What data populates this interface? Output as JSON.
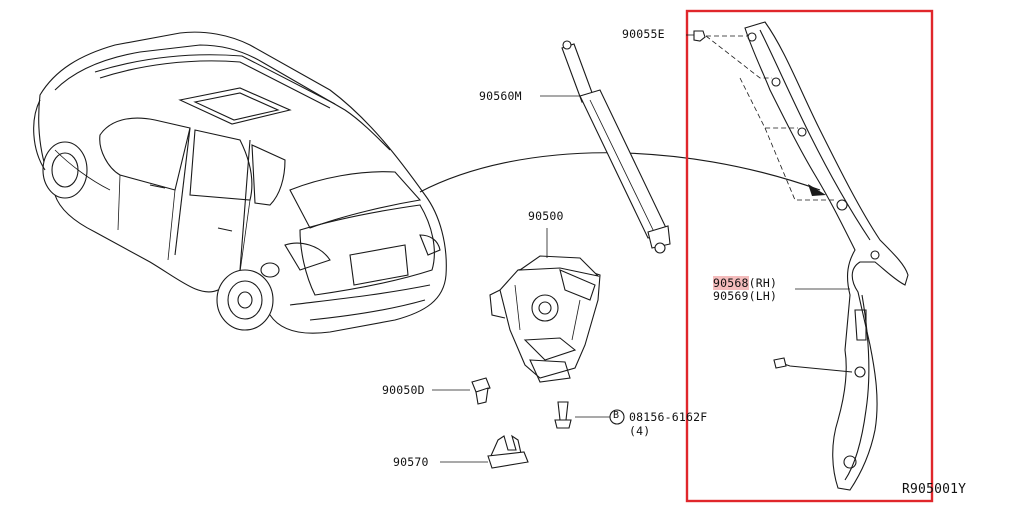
{
  "labels": {
    "p90055e": "90055E",
    "p90560m": "90560M",
    "p90500": "90500",
    "p90568": "90568",
    "p90568_side": "(RH)",
    "p90569": "90569",
    "p90569_side": "(LH)",
    "p90050d": "90050D",
    "p90570": "90570",
    "bolt_circle": "B",
    "bolt_part": "08156-6162F",
    "bolt_qty": "(4)",
    "ref_code": "R905001Y"
  },
  "colors": {
    "highlight_frame": "#e0262b",
    "highlight_fill": "#f4bcbc",
    "line": "#1a1a1a"
  }
}
